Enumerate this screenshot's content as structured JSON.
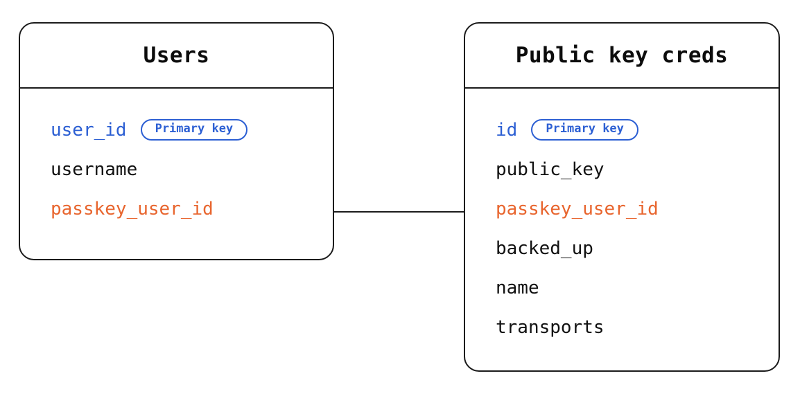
{
  "diagram": {
    "type": "entity-relationship",
    "background_color": "#ffffff",
    "line_color": "#1b1b1b",
    "accent_blue": "#2c5fd3",
    "accent_orange": "#e8652e",
    "text_color": "#111111"
  },
  "entities": [
    {
      "id": "users",
      "title": "Users",
      "fields": [
        {
          "name": "user_id",
          "style": "pk",
          "badge": "Primary key"
        },
        {
          "name": "username",
          "style": "plain",
          "badge": null
        },
        {
          "name": "passkey_user_id",
          "style": "fk",
          "badge": null
        }
      ]
    },
    {
      "id": "public_key_creds",
      "title": "Public key creds",
      "fields": [
        {
          "name": "id",
          "style": "pk",
          "badge": "Primary key"
        },
        {
          "name": "public_key",
          "style": "plain",
          "badge": null
        },
        {
          "name": "passkey_user_id",
          "style": "fk",
          "badge": null
        },
        {
          "name": "backed_up",
          "style": "plain",
          "badge": null
        },
        {
          "name": "name",
          "style": "plain",
          "badge": null
        },
        {
          "name": "transports",
          "style": "plain",
          "badge": null
        }
      ]
    }
  ],
  "relationships": [
    {
      "from_entity": "users",
      "from_field": "passkey_user_id",
      "to_entity": "public_key_creds",
      "to_field": "passkey_user_id",
      "style": "solid-line"
    }
  ]
}
